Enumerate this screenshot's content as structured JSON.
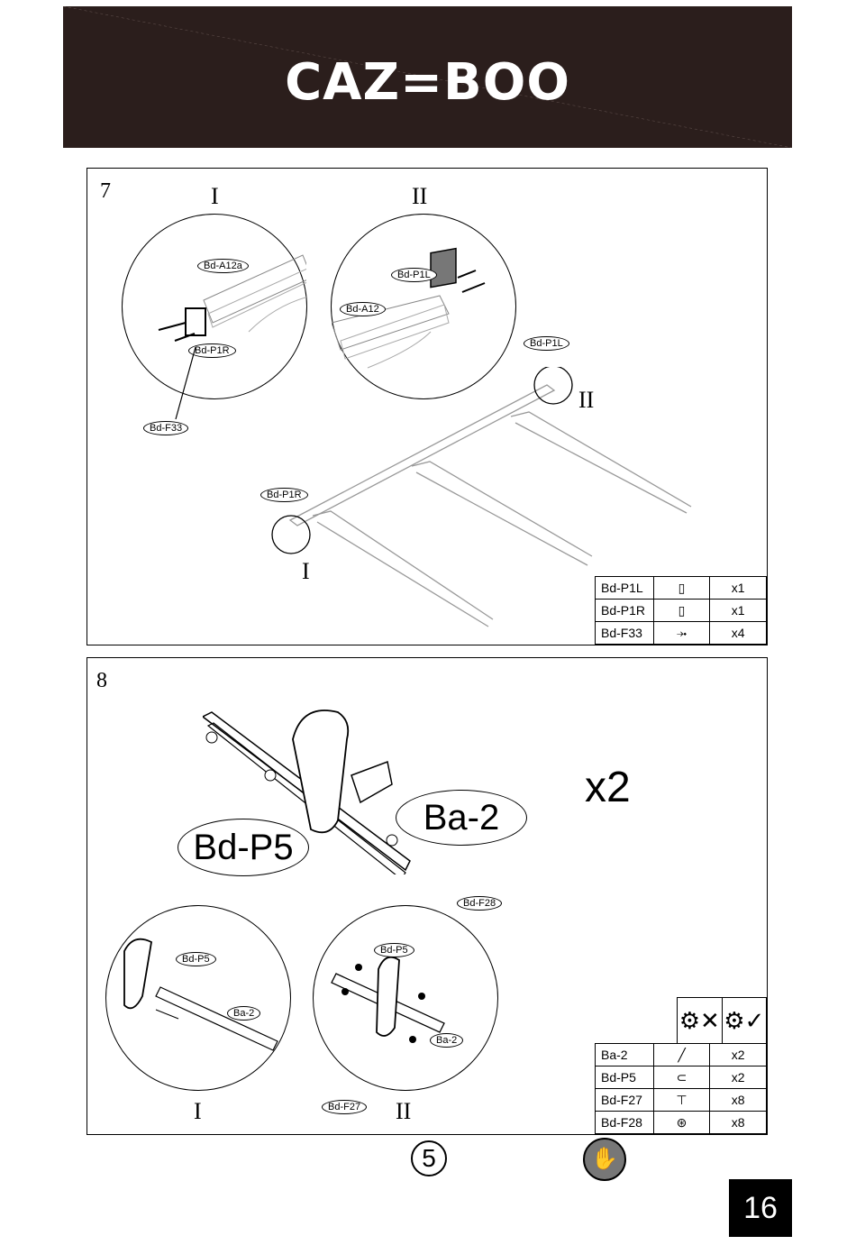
{
  "header": {
    "logo": "CAZ=BOO"
  },
  "step7": {
    "number": "7",
    "detail_labels": [
      "I",
      "II"
    ],
    "tags": {
      "a12a": "Bd-A12a",
      "p1r": "Bd-P1R",
      "f33": "Bd-F33",
      "p1l": "Bd-P1L",
      "a12": "Bd-A12"
    },
    "overview_labels": [
      "II",
      "I"
    ],
    "parts": [
      {
        "code": "Bd-P1L",
        "qty": "x1"
      },
      {
        "code": "Bd-P1R",
        "qty": "x1"
      },
      {
        "code": "Bd-F33",
        "qty": "x4"
      }
    ]
  },
  "step8": {
    "number": "8",
    "big_tags": {
      "p5": "Bd-P5",
      "ba2": "Ba-2"
    },
    "multiplier": "x2",
    "detail_labels": [
      "I",
      "II"
    ],
    "tags": {
      "p5": "Bd-P5",
      "ba2": "Ba-2",
      "f28": "Bd-F28",
      "f27": "Bd-F27"
    },
    "parts": [
      {
        "code": "Ba-2",
        "qty": "x2"
      },
      {
        "code": "Bd-P5",
        "qty": "x2"
      },
      {
        "code": "Bd-F27",
        "qty": "x8"
      },
      {
        "code": "Bd-F28",
        "qty": "x8"
      }
    ]
  },
  "footer": {
    "people": "5",
    "page": "16"
  }
}
